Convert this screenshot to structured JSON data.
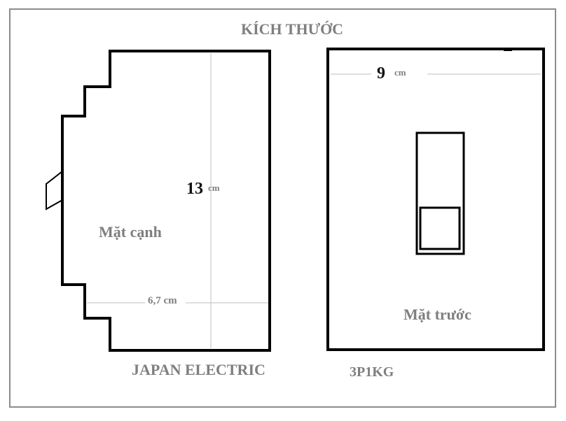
{
  "title": "KÍCH THƯỚC",
  "side_view": {
    "label": "Mặt cạnh",
    "height_value": "13",
    "height_unit": "cm",
    "depth_label": "6,7 cm"
  },
  "front_view": {
    "label": "Mặt trước",
    "width_value": "9",
    "width_unit": "cm"
  },
  "brand": "JAPAN ELECTRIC",
  "model": "3P1KG",
  "colors": {
    "outline": "#000000",
    "frame": "#8c8c8c",
    "label_text": "#7f7f7f",
    "dimension_text": "#111111",
    "guide_line": "#bfbfbf"
  }
}
